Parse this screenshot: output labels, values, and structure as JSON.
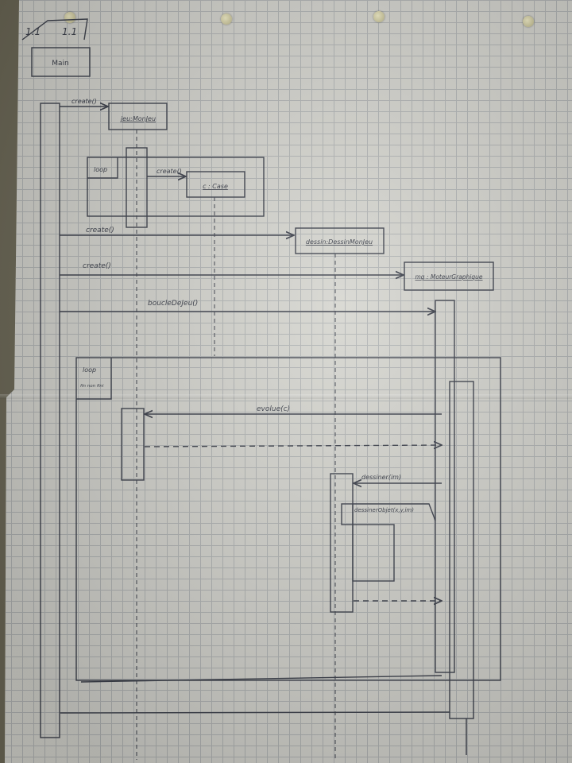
{
  "header": {
    "corner_left": "1.1",
    "corner_right": "1.1"
  },
  "objects": {
    "main": "Main",
    "game": "jeu:MonJeu",
    "case": "c : Case",
    "drawing": "dessin:DessinMonJeu",
    "engine": "mg : MoteurGraphique"
  },
  "messages": {
    "create_game": "create()",
    "create_case": "create()",
    "create_drawing": "create()",
    "create_engine": "create()",
    "boucle": "boucleDeJeu()",
    "evolue": "evolue(c)",
    "dessiner": "dessiner(im)",
    "dessiner_objet": "dessinerObjet(x,y,im)"
  },
  "fragments": {
    "loop1": "loop",
    "loop2": "loop",
    "loop2_guard": "fin non fini"
  },
  "colors": {
    "paper": "#d6d6d0",
    "grid": "#b3b6b6",
    "ink": "#3d414c",
    "background": "#6e6a58"
  }
}
